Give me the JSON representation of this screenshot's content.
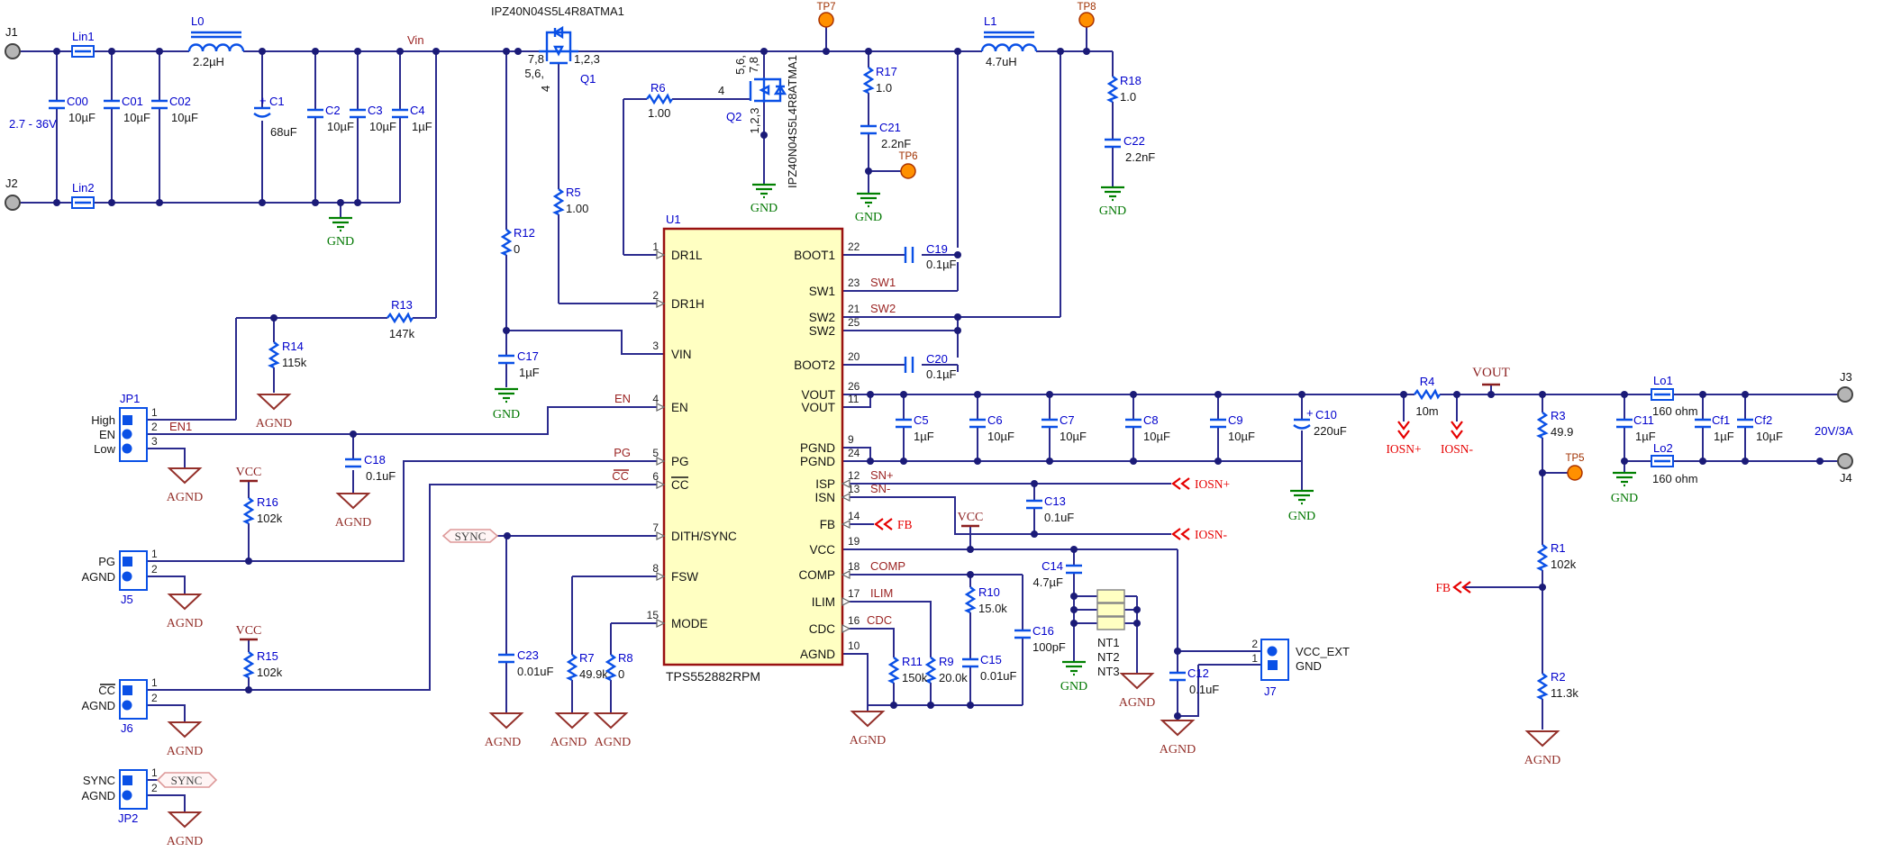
{
  "parts": {
    "q1_part": "IPZ40N04S5L4R8ATMA1",
    "q2_part": "IPZ40N04S5L4R8ATMA1",
    "u1_ref": "U1",
    "u1_part": "TPS552882RPM"
  },
  "ic_pins": {
    "left": [
      {
        "num": "1",
        "name": "DR1L"
      },
      {
        "num": "2",
        "name": "DR1H"
      },
      {
        "num": "3",
        "name": "VIN"
      },
      {
        "num": "4",
        "name": "EN"
      },
      {
        "num": "5",
        "name": "PG"
      },
      {
        "num": "6",
        "name": "CC"
      },
      {
        "num": "7",
        "name": "DITH/SYNC"
      },
      {
        "num": "8",
        "name": "FSW"
      },
      {
        "num": "15",
        "name": "MODE"
      }
    ],
    "right": [
      {
        "num": "22",
        "name": "BOOT1"
      },
      {
        "num": "23",
        "name": "SW1"
      },
      {
        "num": "21",
        "name": "SW2"
      },
      {
        "num": "25",
        "name": "SW2"
      },
      {
        "num": "20",
        "name": "BOOT2"
      },
      {
        "num": "26",
        "name": "VOUT"
      },
      {
        "num": "11",
        "name": "VOUT"
      },
      {
        "num": "9",
        "name": "PGND"
      },
      {
        "num": "24",
        "name": "PGND"
      },
      {
        "num": "12",
        "name": "ISP"
      },
      {
        "num": "13",
        "name": "ISN"
      },
      {
        "num": "14",
        "name": "FB"
      },
      {
        "num": "19",
        "name": "VCC"
      },
      {
        "num": "18",
        "name": "COMP"
      },
      {
        "num": "17",
        "name": "ILIM"
      },
      {
        "num": "16",
        "name": "CDC"
      },
      {
        "num": "10",
        "name": "AGND"
      }
    ]
  },
  "transistors": {
    "q1": {
      "ref": "Q1",
      "pins_a": "7,8",
      "pins_b": "5,6,",
      "pins_c": "1,2,3",
      "pin_g": "4"
    },
    "q2": {
      "ref": "Q2",
      "pins_a": "5,6,",
      "pins_b": "7,8",
      "pins_c": "1,2,3",
      "pin_g": "4"
    }
  },
  "components": {
    "L0": {
      "ref": "L0",
      "value": "2.2µH"
    },
    "L1": {
      "ref": "L1",
      "value": "4.7uH"
    },
    "Lin1": {
      "ref": "Lin1"
    },
    "Lin2": {
      "ref": "Lin2"
    },
    "Lo1": {
      "ref": "Lo1",
      "value": "160 ohm"
    },
    "Lo2": {
      "ref": "Lo2",
      "value": "160 ohm"
    },
    "C00": {
      "ref": "C00",
      "value": "10µF"
    },
    "C01": {
      "ref": "C01",
      "value": "10µF"
    },
    "C02": {
      "ref": "C02",
      "value": "10µF"
    },
    "C1": {
      "ref": "C1",
      "value": "68uF",
      "polarity": "+"
    },
    "C2": {
      "ref": "C2",
      "value": "10µF"
    },
    "C3": {
      "ref": "C3",
      "value": "10µF"
    },
    "C4": {
      "ref": "C4",
      "value": "1µF"
    },
    "C5": {
      "ref": "C5",
      "value": "1µF"
    },
    "C6": {
      "ref": "C6",
      "value": "10µF"
    },
    "C7": {
      "ref": "C7",
      "value": "10µF"
    },
    "C8": {
      "ref": "C8",
      "value": "10µF"
    },
    "C9": {
      "ref": "C9",
      "value": "10µF"
    },
    "C10": {
      "ref": "C10",
      "value": "220uF",
      "polarity": "+"
    },
    "C11": {
      "ref": "C11",
      "value": "1µF"
    },
    "C12": {
      "ref": "C12",
      "value": "0.1uF"
    },
    "C13": {
      "ref": "C13",
      "value": "0.1uF"
    },
    "C14": {
      "ref": "C14",
      "value": "4.7µF"
    },
    "C15": {
      "ref": "C15",
      "value": "0.01uF"
    },
    "C16": {
      "ref": "C16",
      "value": "100pF"
    },
    "C17": {
      "ref": "C17",
      "value": "1µF"
    },
    "C18": {
      "ref": "C18",
      "value": "0.1uF"
    },
    "C19": {
      "ref": "C19",
      "value": "0.1µF"
    },
    "C20": {
      "ref": "C20",
      "value": "0.1µF"
    },
    "C21": {
      "ref": "C21",
      "value": "2.2nF"
    },
    "C22": {
      "ref": "C22",
      "value": "2.2nF"
    },
    "C23": {
      "ref": "C23",
      "value": "0.01uF"
    },
    "Cf1": {
      "ref": "Cf1",
      "value": "1µF"
    },
    "Cf2": {
      "ref": "Cf2",
      "value": "10µF"
    },
    "R1": {
      "ref": "R1",
      "value": "102k"
    },
    "R2": {
      "ref": "R2",
      "value": "11.3k"
    },
    "R3": {
      "ref": "R3",
      "value": "49.9"
    },
    "R4": {
      "ref": "R4",
      "value": "10m"
    },
    "R5": {
      "ref": "R5",
      "value": "1.00"
    },
    "R6": {
      "ref": "R6",
      "value": "1.00"
    },
    "R7": {
      "ref": "R7",
      "value": "49.9k"
    },
    "R8": {
      "ref": "R8",
      "value": "0"
    },
    "R9": {
      "ref": "R9",
      "value": "20.0k"
    },
    "R10": {
      "ref": "R10",
      "value": "15.0k"
    },
    "R11": {
      "ref": "R11",
      "value": "150k"
    },
    "R12": {
      "ref": "R12",
      "value": "0"
    },
    "R13": {
      "ref": "R13",
      "value": "147k"
    },
    "R14": {
      "ref": "R14",
      "value": "115k"
    },
    "R15": {
      "ref": "R15",
      "value": "102k"
    },
    "R16": {
      "ref": "R16",
      "value": "102k"
    },
    "R17": {
      "ref": "R17",
      "value": "1.0"
    },
    "R18": {
      "ref": "R18",
      "value": "1.0"
    },
    "NT1": {
      "ref": "NT1"
    },
    "NT2": {
      "ref": "NT2"
    },
    "NT3": {
      "ref": "NT3"
    }
  },
  "connectors": {
    "J1": {
      "ref": "J1"
    },
    "J2": {
      "ref": "J2"
    },
    "J3": {
      "ref": "J3"
    },
    "J4": {
      "ref": "J4"
    },
    "JP1": {
      "ref": "JP1",
      "labels": [
        "High",
        "EN",
        "Low"
      ],
      "nums": [
        "1",
        "2",
        "3"
      ]
    },
    "J5": {
      "ref": "J5",
      "labels": [
        "PG",
        "AGND"
      ],
      "nums": [
        "1",
        "2"
      ]
    },
    "J6": {
      "ref": "J6",
      "labels": [
        "CC",
        "AGND"
      ],
      "nums": [
        "1",
        "2"
      ]
    },
    "JP2": {
      "ref": "JP2",
      "labels": [
        "SYNC",
        "AGND"
      ],
      "nums": [
        "1",
        "2"
      ]
    },
    "J7": {
      "ref": "J7",
      "labels": [
        "VCC_EXT",
        "GND"
      ],
      "nums": [
        "2",
        "1"
      ]
    }
  },
  "nets": {
    "vin": "Vin",
    "sw1": "SW1",
    "sw2": "SW2",
    "en1": "EN1",
    "en": "EN",
    "pg": "PG",
    "cc": "CC",
    "comp": "COMP",
    "ilim": "ILIM",
    "cdc": "CDC",
    "snp": "SN+",
    "snm": "SN-",
    "fb": "FB",
    "iosn_p": "IOSN+",
    "iosn_m": "IOSN-",
    "sync": "SYNC"
  },
  "power": {
    "gnd": "GND",
    "agnd": "AGND",
    "vcc": "VCC",
    "vout": "VOUT"
  },
  "testpoints": {
    "tp5": "TP5",
    "tp6": "TP6",
    "tp7": "TP7",
    "tp8": "TP8"
  },
  "annotations": {
    "input_range": "2.7 - 36V",
    "output_rating": "20V/3A"
  },
  "colors": {
    "wire": "#2b2b8e",
    "component_blue": "#0a50e6",
    "reference_text": "#0000cc",
    "net_label": "#9b2423",
    "flag_red": "#e60000",
    "gnd_green": "#007700",
    "agnd_brown": "#94302a",
    "ic_fill": "#ffffc2",
    "ic_border": "#991111",
    "testpoint_orange": "#ff9000"
  }
}
